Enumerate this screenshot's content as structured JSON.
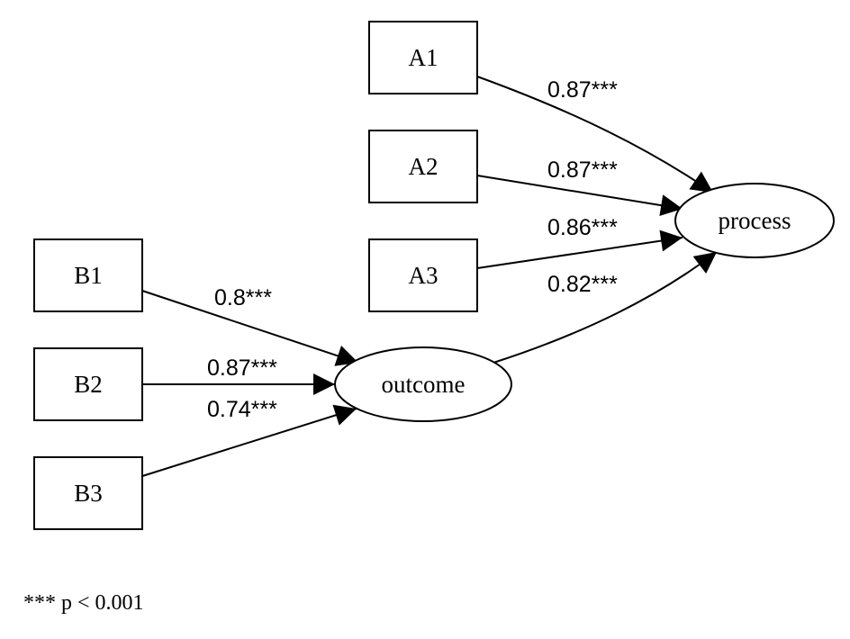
{
  "nodes": {
    "A1": "A1",
    "A2": "A2",
    "A3": "A3",
    "B1": "B1",
    "B2": "B2",
    "B3": "B3",
    "outcome": "outcome",
    "process": "process"
  },
  "edges": [
    {
      "from": "A1",
      "to": "process",
      "label": "0.87***"
    },
    {
      "from": "A2",
      "to": "process",
      "label": "0.87***"
    },
    {
      "from": "A3",
      "to": "process",
      "label": "0.86***"
    },
    {
      "from": "outcome",
      "to": "process",
      "label": "0.82***"
    },
    {
      "from": "B1",
      "to": "outcome",
      "label": "0.8***"
    },
    {
      "from": "B2",
      "to": "outcome",
      "label": "0.87***"
    },
    {
      "from": "B3",
      "to": "outcome",
      "label": "0.74***"
    }
  ],
  "footnote": "*** p < 0.001"
}
